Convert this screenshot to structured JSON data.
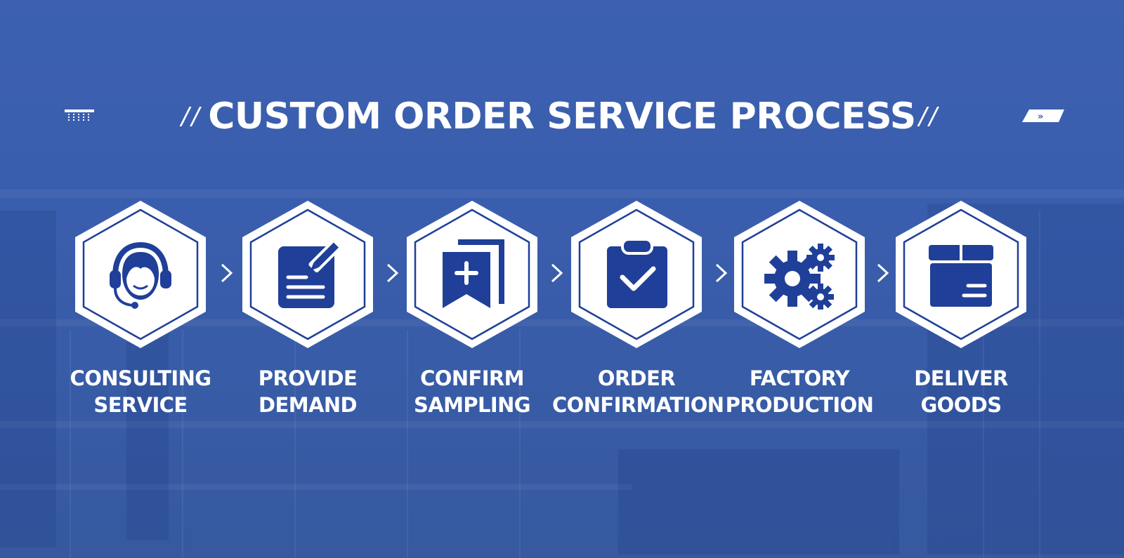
{
  "title": "CUSTOM ORDER SERVICE PROCESS",
  "decorations": {
    "left_slashes": "//",
    "right_slashes": "//",
    "arrow_badge": "»"
  },
  "colors": {
    "background": "#3a5eae",
    "hexagon_fill": "#ffffff",
    "icon": "#1f3f98"
  },
  "steps": [
    {
      "line1": "CONSULTING",
      "line2": "SERVICE",
      "icon": "headset-agent-icon"
    },
    {
      "line1": "PROVIDE",
      "line2": "DEMAND",
      "icon": "document-pen-icon"
    },
    {
      "line1": "CONFIRM",
      "line2": "SAMPLING",
      "icon": "bookmark-plus-icon"
    },
    {
      "line1": "ORDER",
      "line2": "CONFIRMATION",
      "icon": "clipboard-check-icon"
    },
    {
      "line1": "FACTORY",
      "line2": "PRODUCTION",
      "icon": "gears-icon"
    },
    {
      "line1": "DELIVER",
      "line2": "GOODS",
      "icon": "box-icon"
    }
  ]
}
